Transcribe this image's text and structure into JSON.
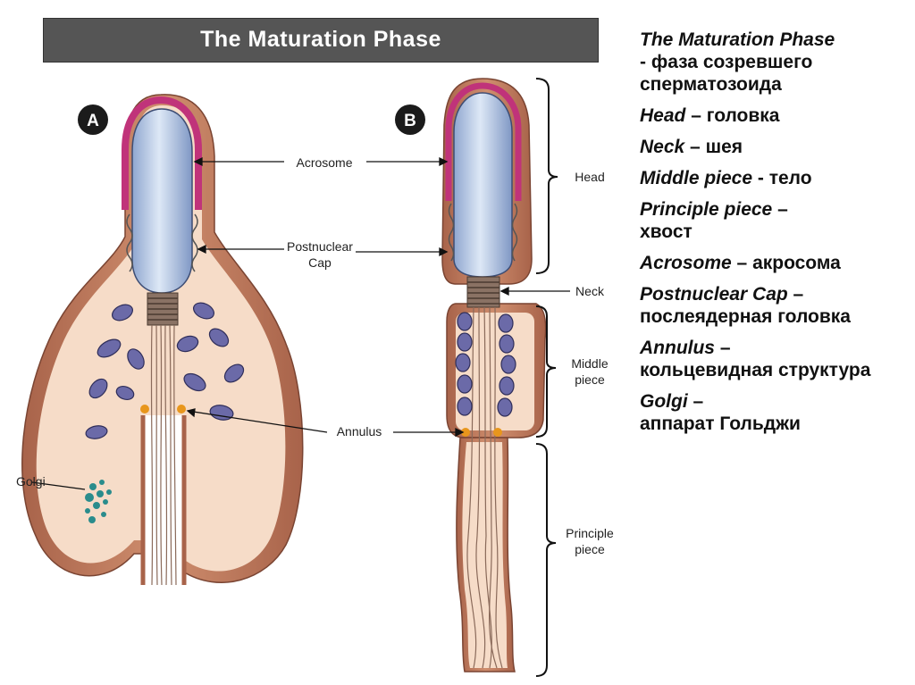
{
  "title": "The Maturation Phase",
  "panels": {
    "a": "A",
    "b": "B"
  },
  "labels": {
    "acrosome": "Acrosome",
    "postnuclear_1": "Postnuclear",
    "postnuclear_2": "Cap",
    "annulus": "Annulus",
    "golgi": "Golgi",
    "head": "Head",
    "neck": "Neck",
    "middle_1": "Middle",
    "middle_2": "piece",
    "principle_1": "Principle",
    "principle_2": "piece"
  },
  "legend": [
    {
      "term": "The Maturation Phase",
      "sep": "",
      "translation": "- фаза созревшего сперматозоида"
    },
    {
      "term": "Head",
      "sep": " – ",
      "translation": "головка"
    },
    {
      "term": "Neck",
      "sep": " – ",
      "translation": "шея"
    },
    {
      "term": "Middle piece",
      "sep": "  - ",
      "translation": "тело"
    },
    {
      "term": "Principle piece",
      "sep": " – ",
      "translation": "хвост"
    },
    {
      "term": "Acrosome",
      "sep": " – ",
      "translation": "акросома"
    },
    {
      "term": "Postnuclear Cap",
      "sep": " – ",
      "translation": "послеядерная головка"
    },
    {
      "term": "Annulus",
      "sep": " – ",
      "translation": "кольцевидная структура"
    },
    {
      "term": "Golgi",
      "sep": " – ",
      "translation": "аппарат Гольджи"
    }
  ],
  "colors": {
    "cytoplasm": "#f5dcc8",
    "membrane": "#b9765a",
    "nucleus": "#b8cbe6",
    "acrosome": "#c0337a",
    "mitochondria": "#6b6aa8",
    "golgi": "#2a8c8c",
    "annulus": "#e8961c"
  }
}
